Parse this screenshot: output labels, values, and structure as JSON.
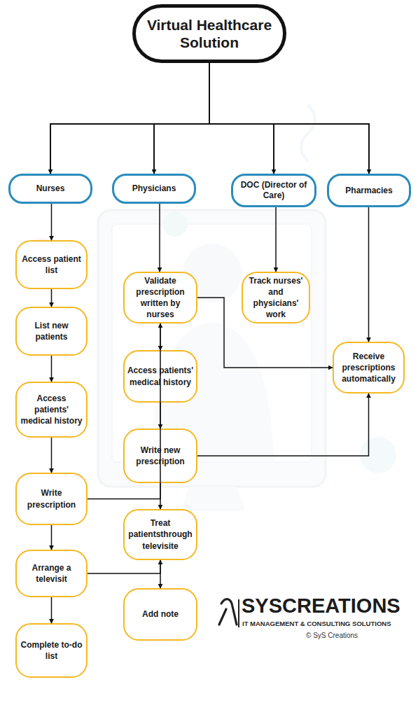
{
  "diagram": {
    "nodes": [
      {
        "text": [
          "Virtual Healthcare Solution"
        ]
      },
      {
        "text": [
          "Nurses"
        ]
      },
      {
        "text": [
          "Physicians"
        ]
      },
      {
        "text": [
          "DOC (Director of Care)"
        ]
      },
      {
        "text": [
          "Pharmacies"
        ]
      },
      {
        "text": [
          "Access patient list"
        ]
      },
      {
        "text": [
          "List new patients"
        ]
      },
      {
        "text": [
          "Access patients' medical history"
        ]
      },
      {
        "text": [
          "Write prescription"
        ]
      },
      {
        "text": [
          "Arrange a televisit"
        ]
      },
      {
        "text": [
          "Complete to-do list"
        ]
      },
      {
        "text": [
          "Validate prescription written by nurses"
        ]
      },
      {
        "text": [
          "Access patients' medical history"
        ]
      },
      {
        "text": [
          "Write new prescription"
        ]
      },
      {
        "text": [
          "Treat patientsthrough televisite"
        ]
      },
      {
        "text": [
          "Add note"
        ]
      },
      {
        "text": [
          "Track nurses' and physicians' work"
        ]
      },
      {
        "text": [
          "Receive prescriptions automatically"
        ]
      }
    ],
    "edges": [
      {
        "from": 0,
        "to": 1,
        "arrow": "to"
      },
      {
        "from": 0,
        "to": 2,
        "arrow": "to"
      },
      {
        "from": 0,
        "to": 3,
        "arrow": "to"
      },
      {
        "from": 0,
        "to": 4,
        "arrow": "to"
      },
      {
        "from": 1,
        "to": 5,
        "arrow": "to"
      },
      {
        "from": 5,
        "to": 6,
        "arrow": "to"
      },
      {
        "from": 6,
        "to": 7,
        "arrow": "to"
      },
      {
        "from": 7,
        "to": 8,
        "arrow": "to"
      },
      {
        "from": 8,
        "to": 9,
        "arrow": "to"
      },
      {
        "from": 9,
        "to": 10,
        "arrow": "to"
      },
      {
        "from": 8,
        "to": 11,
        "arrow": "to"
      },
      {
        "from": 9,
        "to": 14,
        "arrow": "to"
      },
      {
        "from": 2,
        "to": 11,
        "arrow": "to"
      },
      {
        "from": 11,
        "to": 12,
        "arrow": "to"
      },
      {
        "from": 12,
        "to": 13,
        "arrow": "to"
      },
      {
        "from": 13,
        "to": 14,
        "arrow": "to"
      },
      {
        "from": 14,
        "to": 15,
        "arrow": "to"
      },
      {
        "from": 3,
        "to": 16,
        "arrow": "to"
      },
      {
        "from": 4,
        "to": 17,
        "arrow": "to"
      },
      {
        "from": 11,
        "to": 17,
        "arrow": "to"
      },
      {
        "from": 13,
        "to": 17,
        "arrow": "to"
      }
    ],
    "labels": [
      "SYSCREATIONS",
      "IT MANAGEMENT & CONSULTING SOLUTIONS",
      "© SyS Creations"
    ]
  }
}
